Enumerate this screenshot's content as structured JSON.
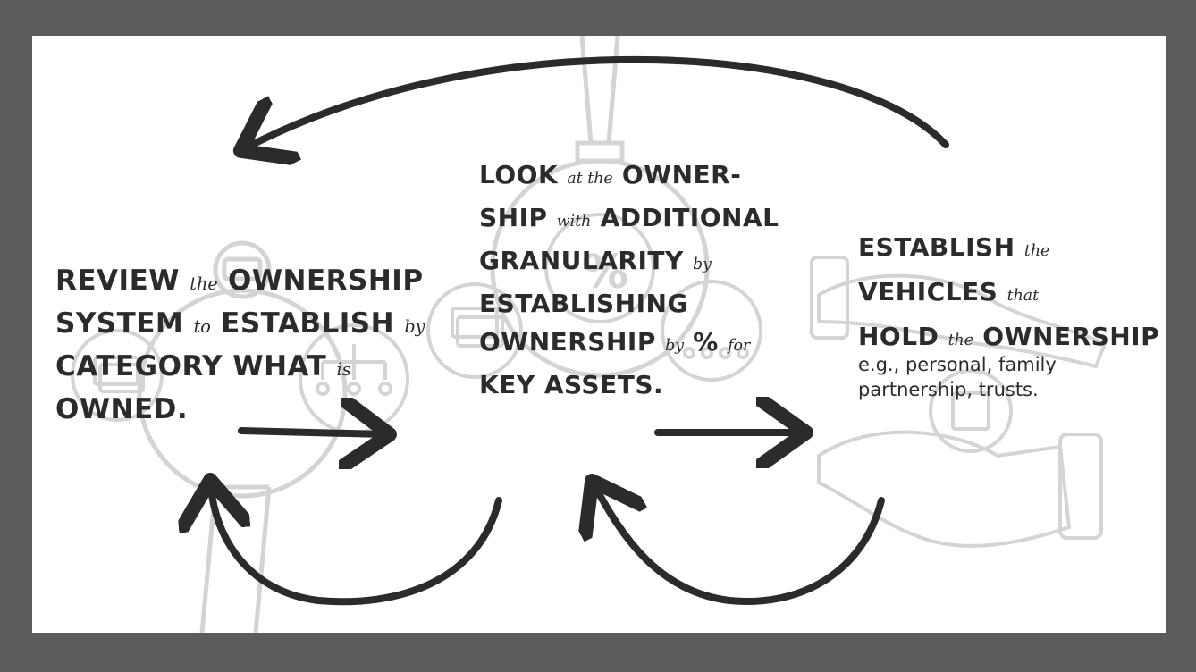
{
  "colors": {
    "frame": "#5b5c5e",
    "canvas": "#ffffff",
    "ink": "#2b2b2d",
    "sketch": "#d4d4d4"
  },
  "steps": [
    {
      "lines": [
        [
          {
            "t": "REVIEW ",
            "s": false
          },
          {
            "t": "the",
            "s": true
          },
          {
            "t": " OWNERSHIP",
            "s": false
          }
        ],
        [
          {
            "t": "SYSTEM ",
            "s": false
          },
          {
            "t": "to",
            "s": true
          },
          {
            "t": " ESTABLISH ",
            "s": false
          },
          {
            "t": "by",
            "s": true
          }
        ],
        [
          {
            "t": "CATEGORY WHAT ",
            "s": false
          },
          {
            "t": "is",
            "s": true
          }
        ],
        [
          {
            "t": "OWNED.",
            "s": false
          }
        ]
      ]
    },
    {
      "lines": [
        [
          {
            "t": "LOOK ",
            "s": false
          },
          {
            "t": "at the",
            "s": true
          },
          {
            "t": " OWNER-",
            "s": false
          }
        ],
        [
          {
            "t": "SHIP ",
            "s": false
          },
          {
            "t": "with",
            "s": true
          },
          {
            "t": " ADDITIONAL",
            "s": false
          }
        ],
        [
          {
            "t": "GRANULARITY ",
            "s": false
          },
          {
            "t": "by",
            "s": true
          }
        ],
        [
          {
            "t": "ESTABLISHING",
            "s": false
          }
        ],
        [
          {
            "t": "OWNERSHIP ",
            "s": false
          },
          {
            "t": "by",
            "s": true
          },
          {
            "t": " % ",
            "s": false
          },
          {
            "t": "for",
            "s": true
          }
        ],
        [
          {
            "t": "KEY ASSETS.",
            "s": false
          }
        ]
      ]
    },
    {
      "lines": [
        [
          {
            "t": "ESTABLISH ",
            "s": false
          },
          {
            "t": "the",
            "s": true
          }
        ],
        [
          {
            "t": "VEHICLES ",
            "s": false
          },
          {
            "t": "that",
            "s": true
          }
        ],
        [
          {
            "t": "HOLD ",
            "s": false
          },
          {
            "t": "the",
            "s": true
          },
          {
            "t": " OWNERSHIP",
            "s": false
          }
        ]
      ],
      "note": [
        "e.g., personal, family",
        "partnership, trusts."
      ]
    }
  ],
  "icons": [
    "magnifying-glass-icon",
    "dollar-bills-icon",
    "org-chart-icon",
    "people-group-icon",
    "giving-hand-icon",
    "money-stack-icon",
    "sleeve-cuff-icon"
  ],
  "connectors": [
    "top-return-arrow",
    "arrow-step1-to-step2",
    "arrow-step2-to-step3",
    "loop-arrow-step1",
    "loop-arrow-step2"
  ]
}
